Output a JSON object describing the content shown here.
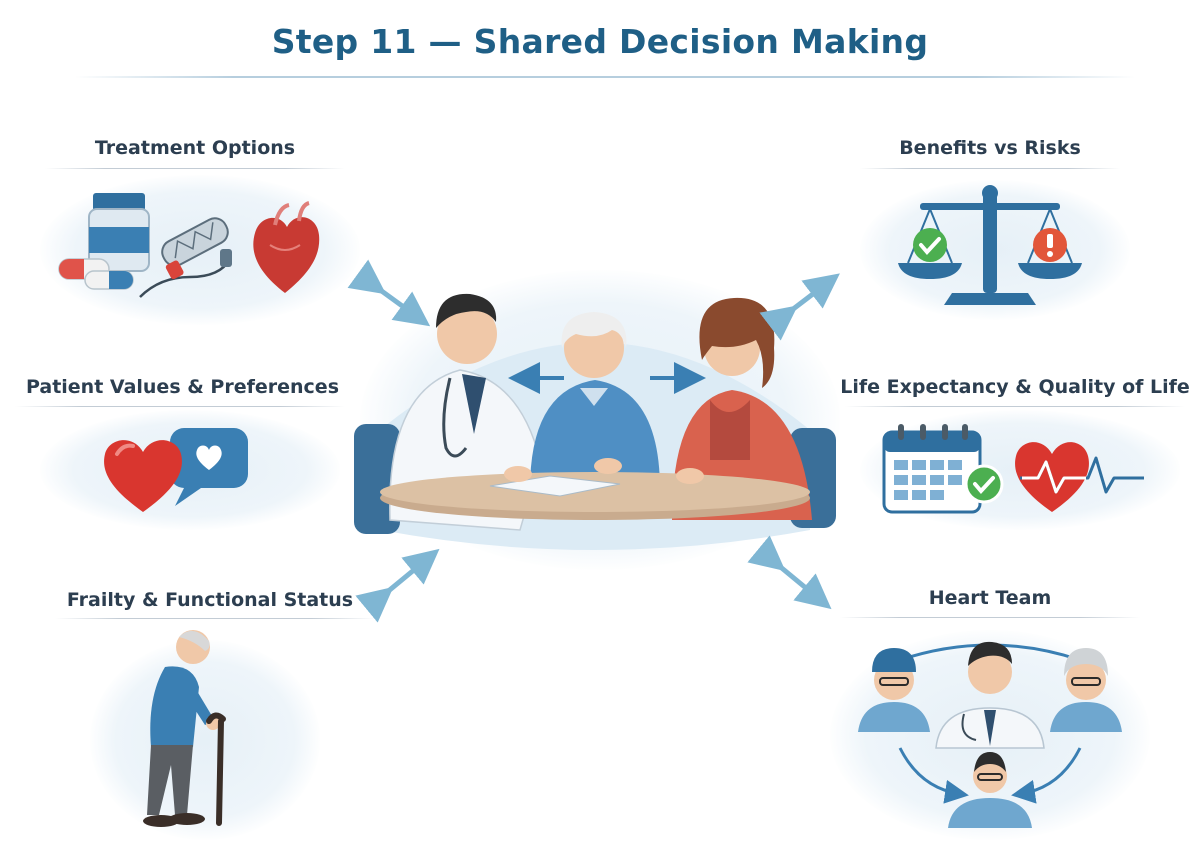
{
  "title": "Step 11 — Shared Decision Making",
  "panels": {
    "treatment_options": {
      "label": "Treatment Options",
      "icons": [
        "pill-bottle-icon",
        "capsule-icon",
        "stent-icon",
        "heart-icon"
      ]
    },
    "benefits_vs_risks": {
      "label": "Benefits vs Risks",
      "icons": [
        "scale-icon",
        "check-icon",
        "warning-icon"
      ]
    },
    "patient_values": {
      "label": "Patient Values & Preferences",
      "icons": [
        "heart-icon",
        "chat-bubble-icon"
      ]
    },
    "life_expectancy": {
      "label": "Life Expectancy & Quality of Life",
      "icons": [
        "calendar-icon",
        "check-icon",
        "heartbeat-icon"
      ]
    },
    "frailty": {
      "label": "Frailty & Functional Status",
      "icons": [
        "elderly-walker-icon",
        "cane-icon"
      ]
    },
    "heart_team": {
      "label": "Heart Team",
      "icons": [
        "surgeon-icon",
        "doctor-icon",
        "nurse-icon",
        "clinician-icon"
      ]
    }
  },
  "center": {
    "scene": "doctor-patient-family-consultation",
    "icons": [
      "doctor-icon",
      "patient-icon",
      "family-member-icon",
      "table-icon"
    ]
  },
  "colors": {
    "title": "#1f5f86",
    "arrow": "#7fb6d3",
    "accent_blue": "#3a7fb3",
    "accent_red": "#d9443a",
    "check_green": "#4caf50"
  }
}
